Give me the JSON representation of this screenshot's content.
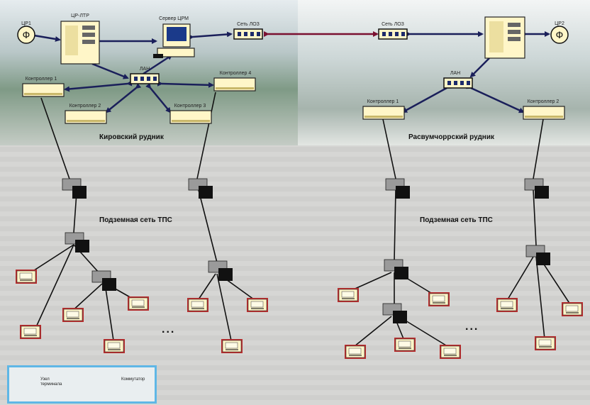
{
  "labels": {
    "circle_left": "ЦР1",
    "server_left": "ЦР-ЛТР",
    "workstation": "Сервер ЦРМ",
    "switch_top_left": "Сеть ЛОЗ",
    "switch_top_right": "Сеть ЛОЗ",
    "circle_right": "ЦР2",
    "hub_left": "ЛАН",
    "hub_right": "ЛАН",
    "ctrl_l1": "Контроллер 1",
    "ctrl_l2": "Контроллер 2",
    "ctrl_l3": "Контроллер 3",
    "ctrl_l4": "Контроллер 4",
    "ctrl_r1": "Контроллер 1",
    "ctrl_r2": "Контроллер 2"
  },
  "text": {
    "mine_left": "Кировский рудник",
    "mine_right": "Расвумчоррский рудник",
    "net_left": "Подземная сеть ТПС",
    "net_right": "Подземная сеть ТПС",
    "ellipsis_left": "...",
    "ellipsis_right": "..."
  },
  "legend": {
    "item1": "Узел терминала",
    "item2": "Коммутатор"
  },
  "circle_symbol": "Ф",
  "colors": {
    "link": "#1a1f5a",
    "wan_link": "#7a1030",
    "device_fill": "#fff6c8",
    "switch_fill": "#9a9a9a",
    "legend_border": "#5fb7e6"
  }
}
